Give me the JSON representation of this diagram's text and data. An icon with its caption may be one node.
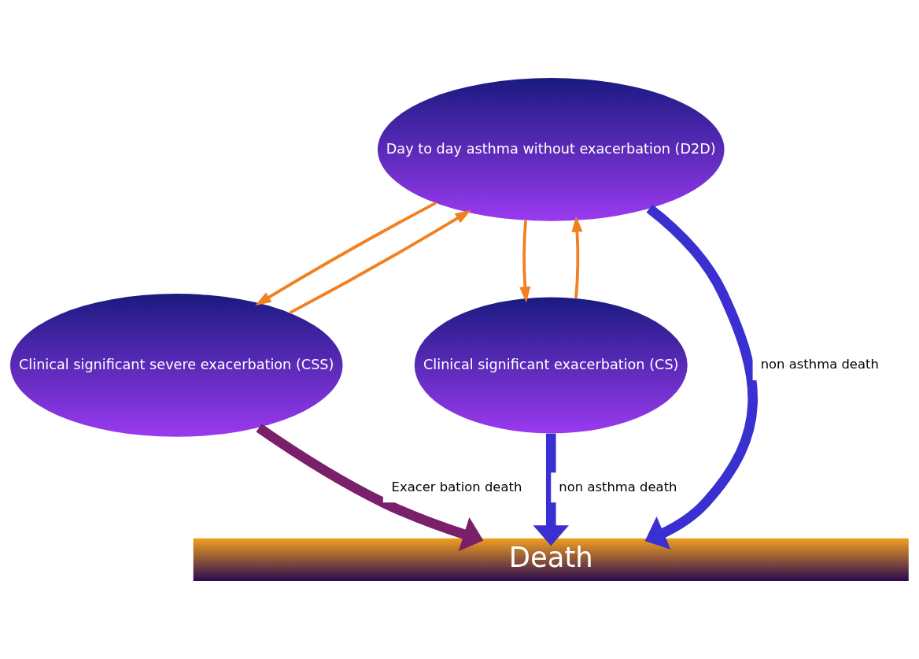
{
  "diagram": {
    "nodes": [
      {
        "text": [
          "Day to day asthma without exacerbation (D2D)"
        ]
      },
      {
        "text": [
          "Clinical significant severe exacerbation (CSS)"
        ]
      },
      {
        "text": [
          "Clinical significant exacerbation (CS)"
        ]
      },
      {
        "text": [
          "Death"
        ]
      }
    ],
    "edges": [
      {
        "from": 0,
        "to": 1,
        "arrow": "to"
      },
      {
        "from": 1,
        "to": 0,
        "arrow": "to"
      },
      {
        "from": 0,
        "to": 2,
        "arrow": "to"
      },
      {
        "from": 2,
        "to": 0,
        "arrow": "to"
      },
      {
        "from": 1,
        "to": 3,
        "arrow": "to",
        "label": "Exacer bation death",
        "style": "thick",
        "color": "#7a1f6a"
      },
      {
        "from": 0,
        "to": 3,
        "arrow": "to",
        "label": "non asthma death",
        "style": "thick",
        "color": "#3a2fd0"
      },
      {
        "from": 2,
        "to": 3,
        "arrow": "to",
        "label": "non asthma death",
        "style": "thick",
        "color": "#3a2fd0"
      }
    ]
  }
}
